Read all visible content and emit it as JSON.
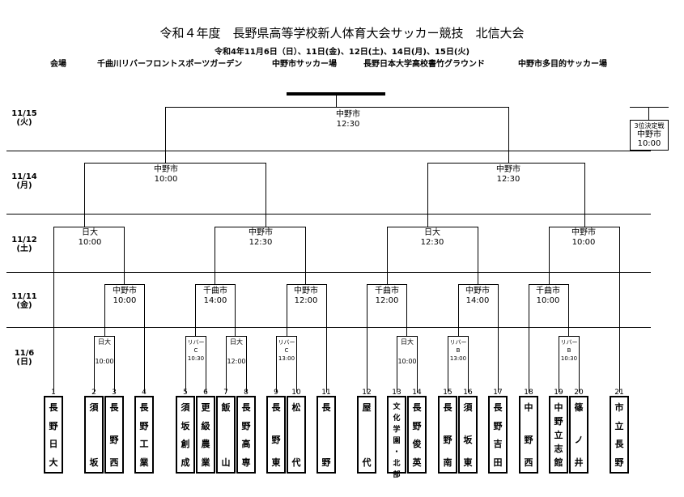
{
  "header": {
    "title": "令和４年度　長野県高等学校新人体育大会サッカー競技　北信大会",
    "dates": "令和4年11月6日（日）、11日(金)、12日(土)、14日(月)、15日(火)",
    "venue_label": "会場",
    "venues": [
      "千曲川リバーフロントスポーツガーデン",
      "中野市サッカー場",
      "長野日本大学高校書竹グラウンド",
      "中野市多目的サッカー場"
    ]
  },
  "rounds": [
    {
      "date": "11/15",
      "day": "(火)"
    },
    {
      "date": "11/14",
      "day": "(月)"
    },
    {
      "date": "11/12",
      "day": "(土)"
    },
    {
      "date": "11/11",
      "day": "(金)"
    },
    {
      "date": "11/6",
      "day": "(日)"
    }
  ],
  "matches": {
    "final": {
      "venue": "中野市",
      "time": "12:30"
    },
    "sf_left": {
      "venue": "中野市",
      "time": "10:00"
    },
    "sf_right": {
      "venue": "中野市",
      "time": "12:30"
    },
    "qf1": {
      "venue": "日大",
      "time": "10:00"
    },
    "qf2": {
      "venue": "中野市",
      "time": "12:30"
    },
    "qf3": {
      "venue": "日大",
      "time": "12:30"
    },
    "qf4": {
      "venue": "中野市",
      "time": "10:00"
    },
    "r2_a": {
      "venue": "中野市",
      "time": "10:00"
    },
    "r2_b": {
      "venue": "千曲市",
      "time": "14:00"
    },
    "r2_c": {
      "venue": "中野市",
      "time": "12:00"
    },
    "r2_d": {
      "venue": "千曲市",
      "time": "12:00"
    },
    "r2_e": {
      "venue": "中野市",
      "time": "14:00"
    },
    "r2_f": {
      "venue": "千曲市",
      "time": "10:00"
    },
    "r1_a": {
      "venue": "日大",
      "time": "10:00"
    },
    "r1_b": {
      "venue": "リバー",
      "court": "C",
      "time": "10:30"
    },
    "r1_c": {
      "venue": "日大",
      "time": "12:00"
    },
    "r1_d": {
      "venue": "リバー",
      "court": "C",
      "time": "13:00"
    },
    "r1_e": {
      "venue": "日大",
      "time": "10:00"
    },
    "r1_f": {
      "venue": "リバー",
      "court": "B",
      "time": "13:00"
    },
    "r1_g": {
      "venue": "リバー",
      "court": "B",
      "time": "10:30"
    }
  },
  "third_place": {
    "title": "3位決定戦",
    "venue": "中野市",
    "time": "10:00"
  },
  "teams": [
    {
      "no": "1",
      "chars": [
        "長",
        "野",
        "日",
        "大"
      ]
    },
    {
      "no": "2",
      "chars": [
        "須",
        "",
        "",
        "坂"
      ]
    },
    {
      "no": "3",
      "chars": [
        "長",
        "",
        "野",
        "西"
      ]
    },
    {
      "no": "4",
      "chars": [
        "長",
        "野",
        "工",
        "業"
      ]
    },
    {
      "no": "5",
      "chars": [
        "須",
        "坂",
        "創",
        "成"
      ]
    },
    {
      "no": "6",
      "chars": [
        "更",
        "級",
        "農",
        "業"
      ]
    },
    {
      "no": "7",
      "chars": [
        "飯",
        "",
        "",
        "山"
      ]
    },
    {
      "no": "8",
      "chars": [
        "長",
        "野",
        "高",
        "専"
      ]
    },
    {
      "no": "9",
      "chars": [
        "長",
        "",
        "野",
        "東"
      ]
    },
    {
      "no": "10",
      "chars": [
        "松",
        "",
        "",
        "代"
      ]
    },
    {
      "no": "11",
      "chars": [
        "長",
        "",
        "",
        "野"
      ]
    },
    {
      "no": "12",
      "chars": [
        "屋",
        "",
        "",
        "代"
      ]
    },
    {
      "no": "13",
      "chars": [
        "文",
        "化",
        "学",
        "園",
        "・",
        "北",
        "部"
      ]
    },
    {
      "no": "14",
      "chars": [
        "長",
        "野",
        "俊",
        "英"
      ]
    },
    {
      "no": "15",
      "chars": [
        "長",
        "",
        "野",
        "南"
      ]
    },
    {
      "no": "16",
      "chars": [
        "須",
        "",
        "坂",
        "東"
      ]
    },
    {
      "no": "17",
      "chars": [
        "長",
        "野",
        "吉",
        "田"
      ]
    },
    {
      "no": "18",
      "chars": [
        "中",
        "",
        "野",
        "西"
      ]
    },
    {
      "no": "19",
      "chars": [
        "中",
        "野",
        "立",
        "志",
        "館"
      ]
    },
    {
      "no": "20",
      "chars": [
        "篠",
        "",
        "ノ",
        "井"
      ]
    },
    {
      "no": "21",
      "chars": [
        "市",
        "立",
        "長",
        "野"
      ]
    }
  ]
}
